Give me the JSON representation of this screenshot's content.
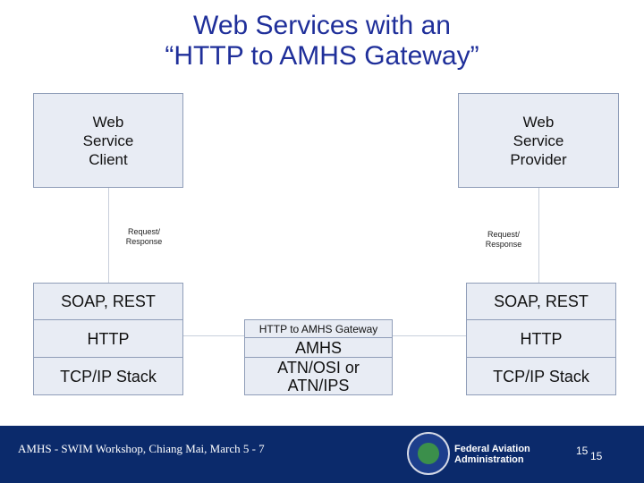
{
  "title": {
    "line1": "Web Services with an",
    "line2": "“HTTP to AMHS Gateway”"
  },
  "client": {
    "line1": "Web",
    "line2": "Service",
    "line3": "Client",
    "edge_label_line1": "Request/",
    "edge_label_line2": "Response",
    "stack": [
      "SOAP, REST",
      "HTTP",
      "TCP/IP Stack"
    ]
  },
  "provider": {
    "line1": "Web",
    "line2": "Service",
    "line3": "Provider",
    "edge_label_line1": "Request/",
    "edge_label_line2": "Response",
    "stack": [
      "SOAP, REST",
      "HTTP",
      "TCP/IP Stack"
    ]
  },
  "gateway": {
    "header": "HTTP to AMHS Gateway",
    "amhs": "AMHS",
    "atn_line1": "ATN/OSI or",
    "atn_line2": "ATN/IPS"
  },
  "footer": {
    "workshop": "AMHS - SWIM Workshop, Chiang Mai, March 5 - 7",
    "org_line1": "Federal Aviation",
    "org_line2": "Administration",
    "page_a": "15",
    "page_b": "15",
    "seal_icon": "faa-seal-icon"
  },
  "colors": {
    "title": "#1f2f9a",
    "box_fill": "#e8ecf4",
    "footer_bg": "#0b2a6b"
  }
}
